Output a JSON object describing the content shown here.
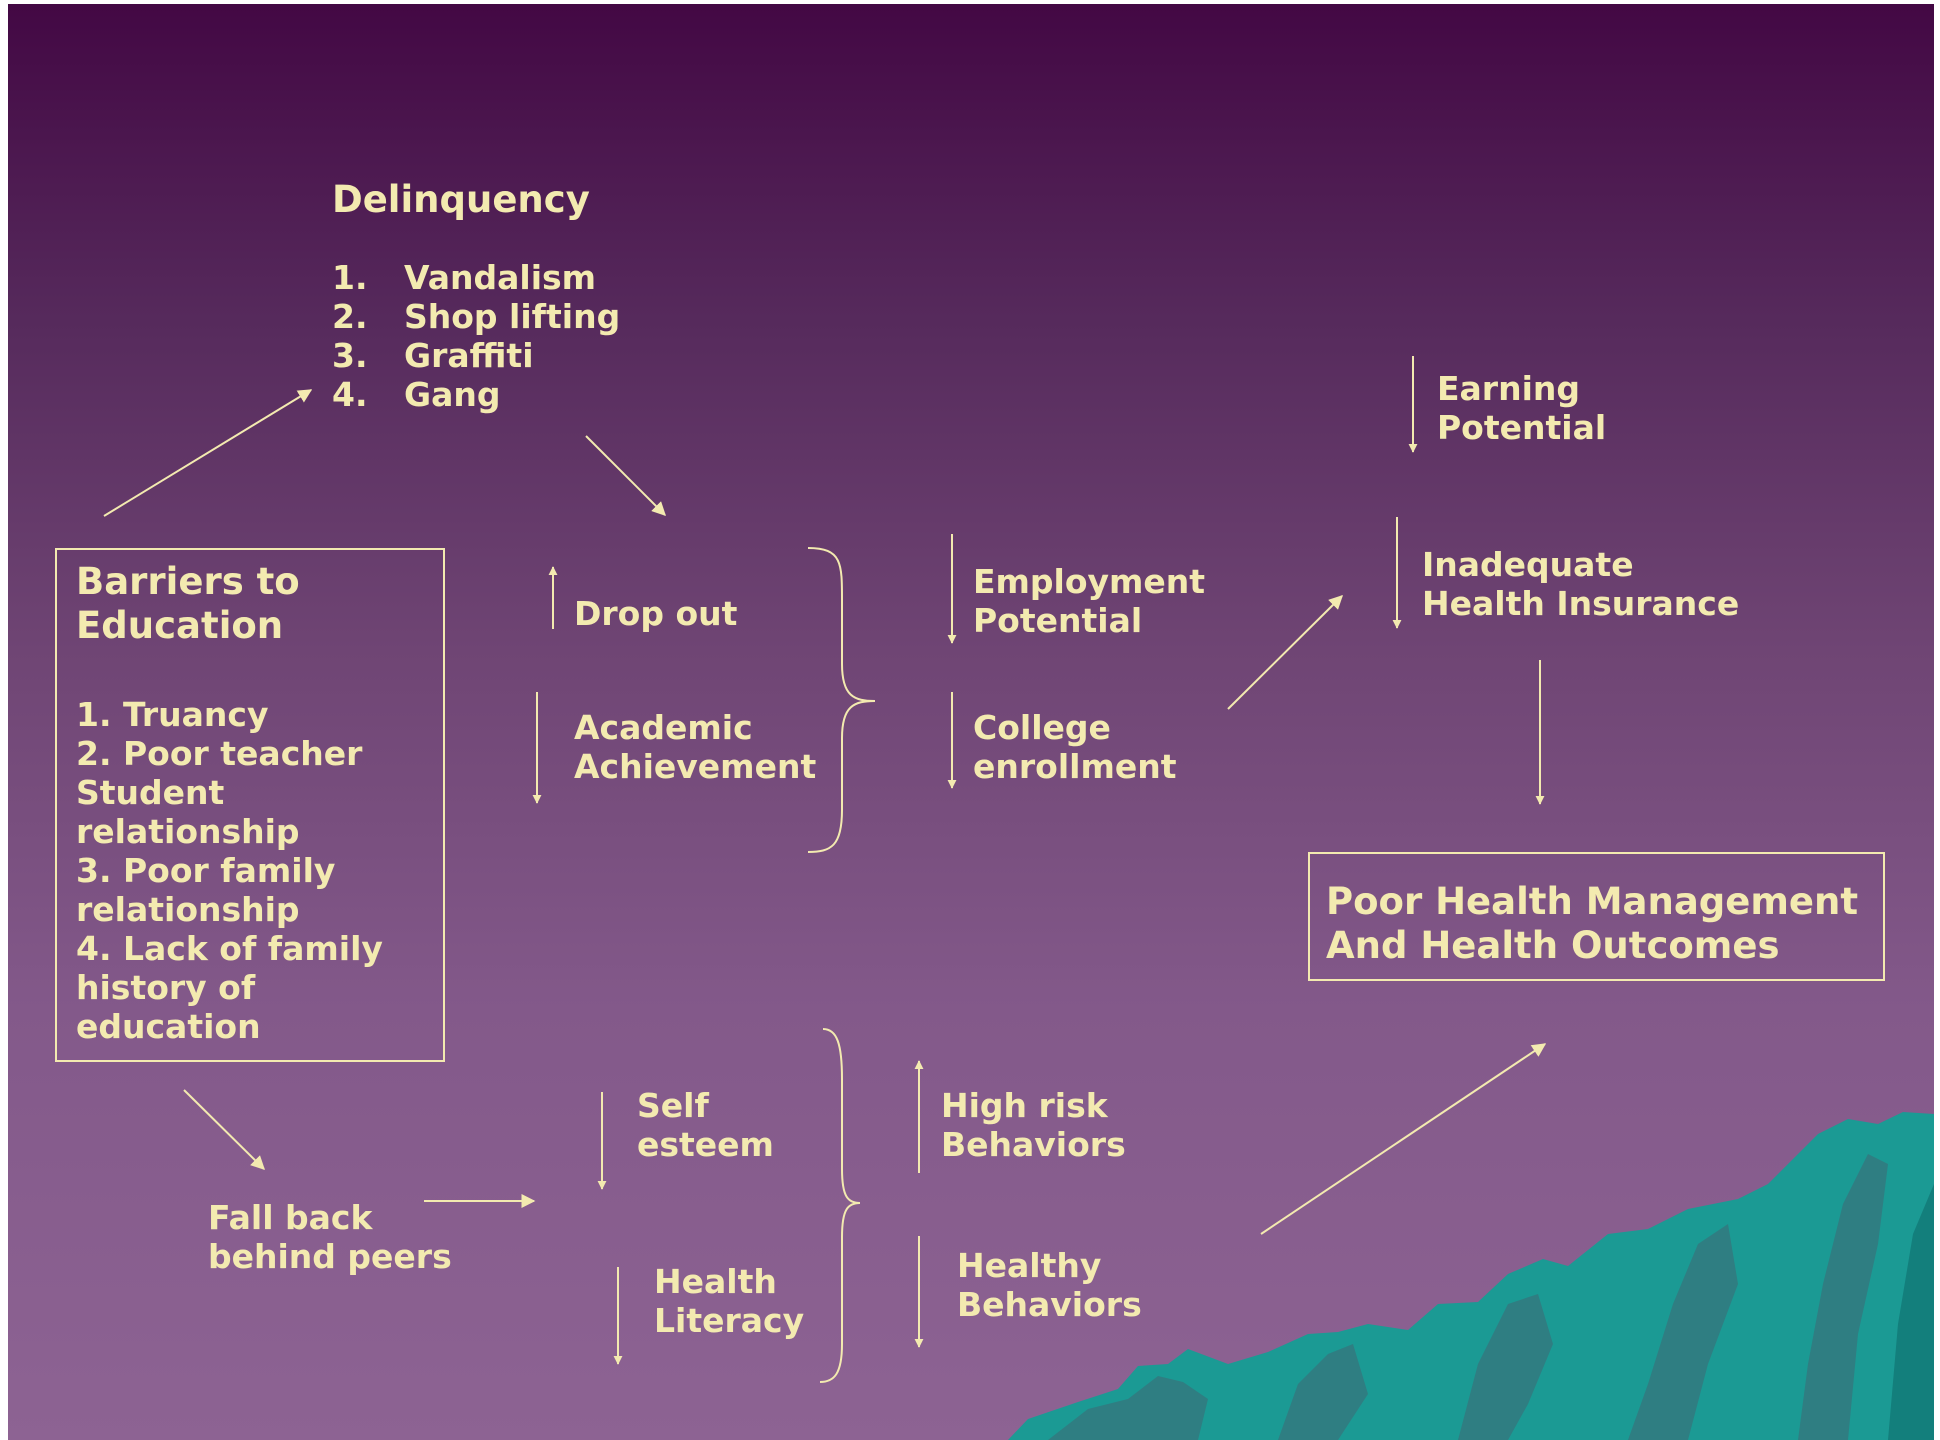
{
  "delinquency": {
    "title": "Delinquency",
    "items": [
      {
        "num": "1.",
        "text": "Vandalism"
      },
      {
        "num": "2.",
        "text": "Shop lifting"
      },
      {
        "num": "3.",
        "text": "Graffiti"
      },
      {
        "num": "4.",
        "text": "Gang"
      }
    ]
  },
  "barriers": {
    "title_lines": [
      "Barriers to",
      "Education"
    ],
    "lines": [
      "1. Truancy",
      "2. Poor teacher",
      "Student",
      "relationship",
      "3. Poor family",
      "relationship",
      "4. Lack of family",
      "history of",
      "education"
    ]
  },
  "drop_out": "Drop out",
  "academic": [
    "Academic",
    "Achievement"
  ],
  "employment": [
    "Employment",
    "Potential"
  ],
  "college": [
    "College",
    "enrollment"
  ],
  "earning": [
    "Earning",
    "Potential"
  ],
  "insurance": [
    "Inadequate",
    "Health Insurance"
  ],
  "outcome": [
    "Poor Health Management",
    "And Health Outcomes"
  ],
  "fall_back": [
    "Fall back",
    "behind peers"
  ],
  "self_esteem": [
    "Self",
    "esteem"
  ],
  "health_literacy": [
    "Health",
    "Literacy"
  ],
  "high_risk": [
    "High risk",
    "Behaviors"
  ],
  "healthy": [
    "Healthy",
    "Behaviors"
  ],
  "colors": {
    "text": "#f3eab0",
    "background_top": "#430844",
    "background_bottom": "#8d6393",
    "mountain": "#1a9690"
  }
}
